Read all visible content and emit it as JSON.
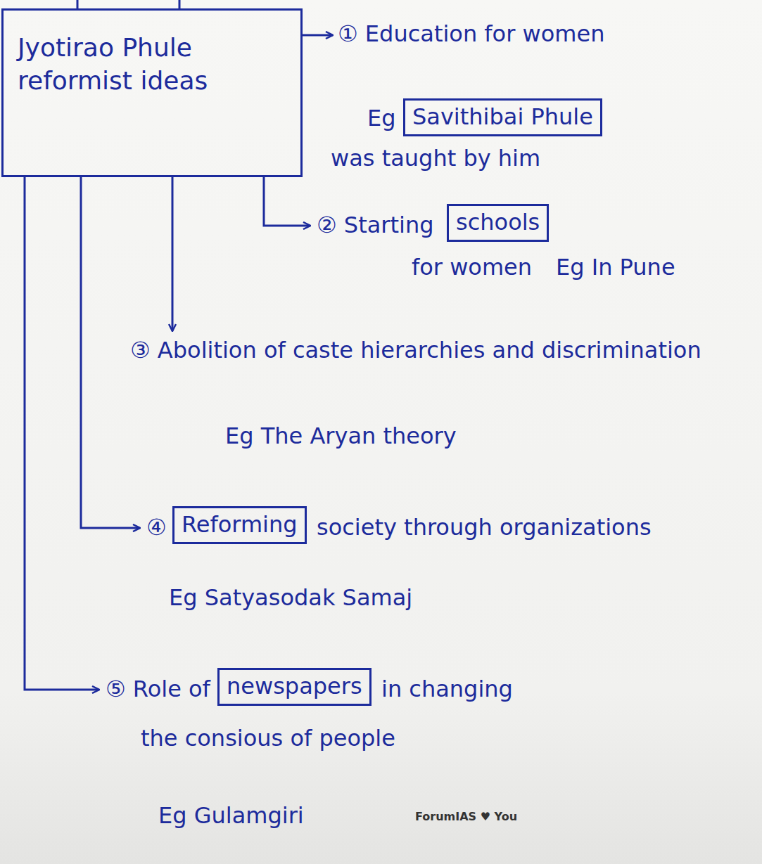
{
  "diagram": {
    "nodes": [
      {
        "text": [
          "Jyotirao Phule reformist ideas"
        ]
      },
      {
        "text": [
          "Savithibai Phule"
        ]
      },
      {
        "text": [
          "schools"
        ]
      },
      {
        "text": [
          "Reforming"
        ]
      },
      {
        "text": [
          "newspapers"
        ]
      }
    ],
    "labels": [
      "① Education for women",
      "Eg",
      "was taught by him",
      "② Starting",
      "for women",
      "Eg In Pune",
      "③ Abolition of caste hierarchies and discrimination",
      "Eg The Aryan theory",
      "④",
      "society through organizations",
      "Eg Satyasodak Samaj",
      "⑤ Role of",
      "in changing",
      "the consious of people",
      "Eg Gulamgiri",
      "ForumIAS ♥ You"
    ]
  }
}
